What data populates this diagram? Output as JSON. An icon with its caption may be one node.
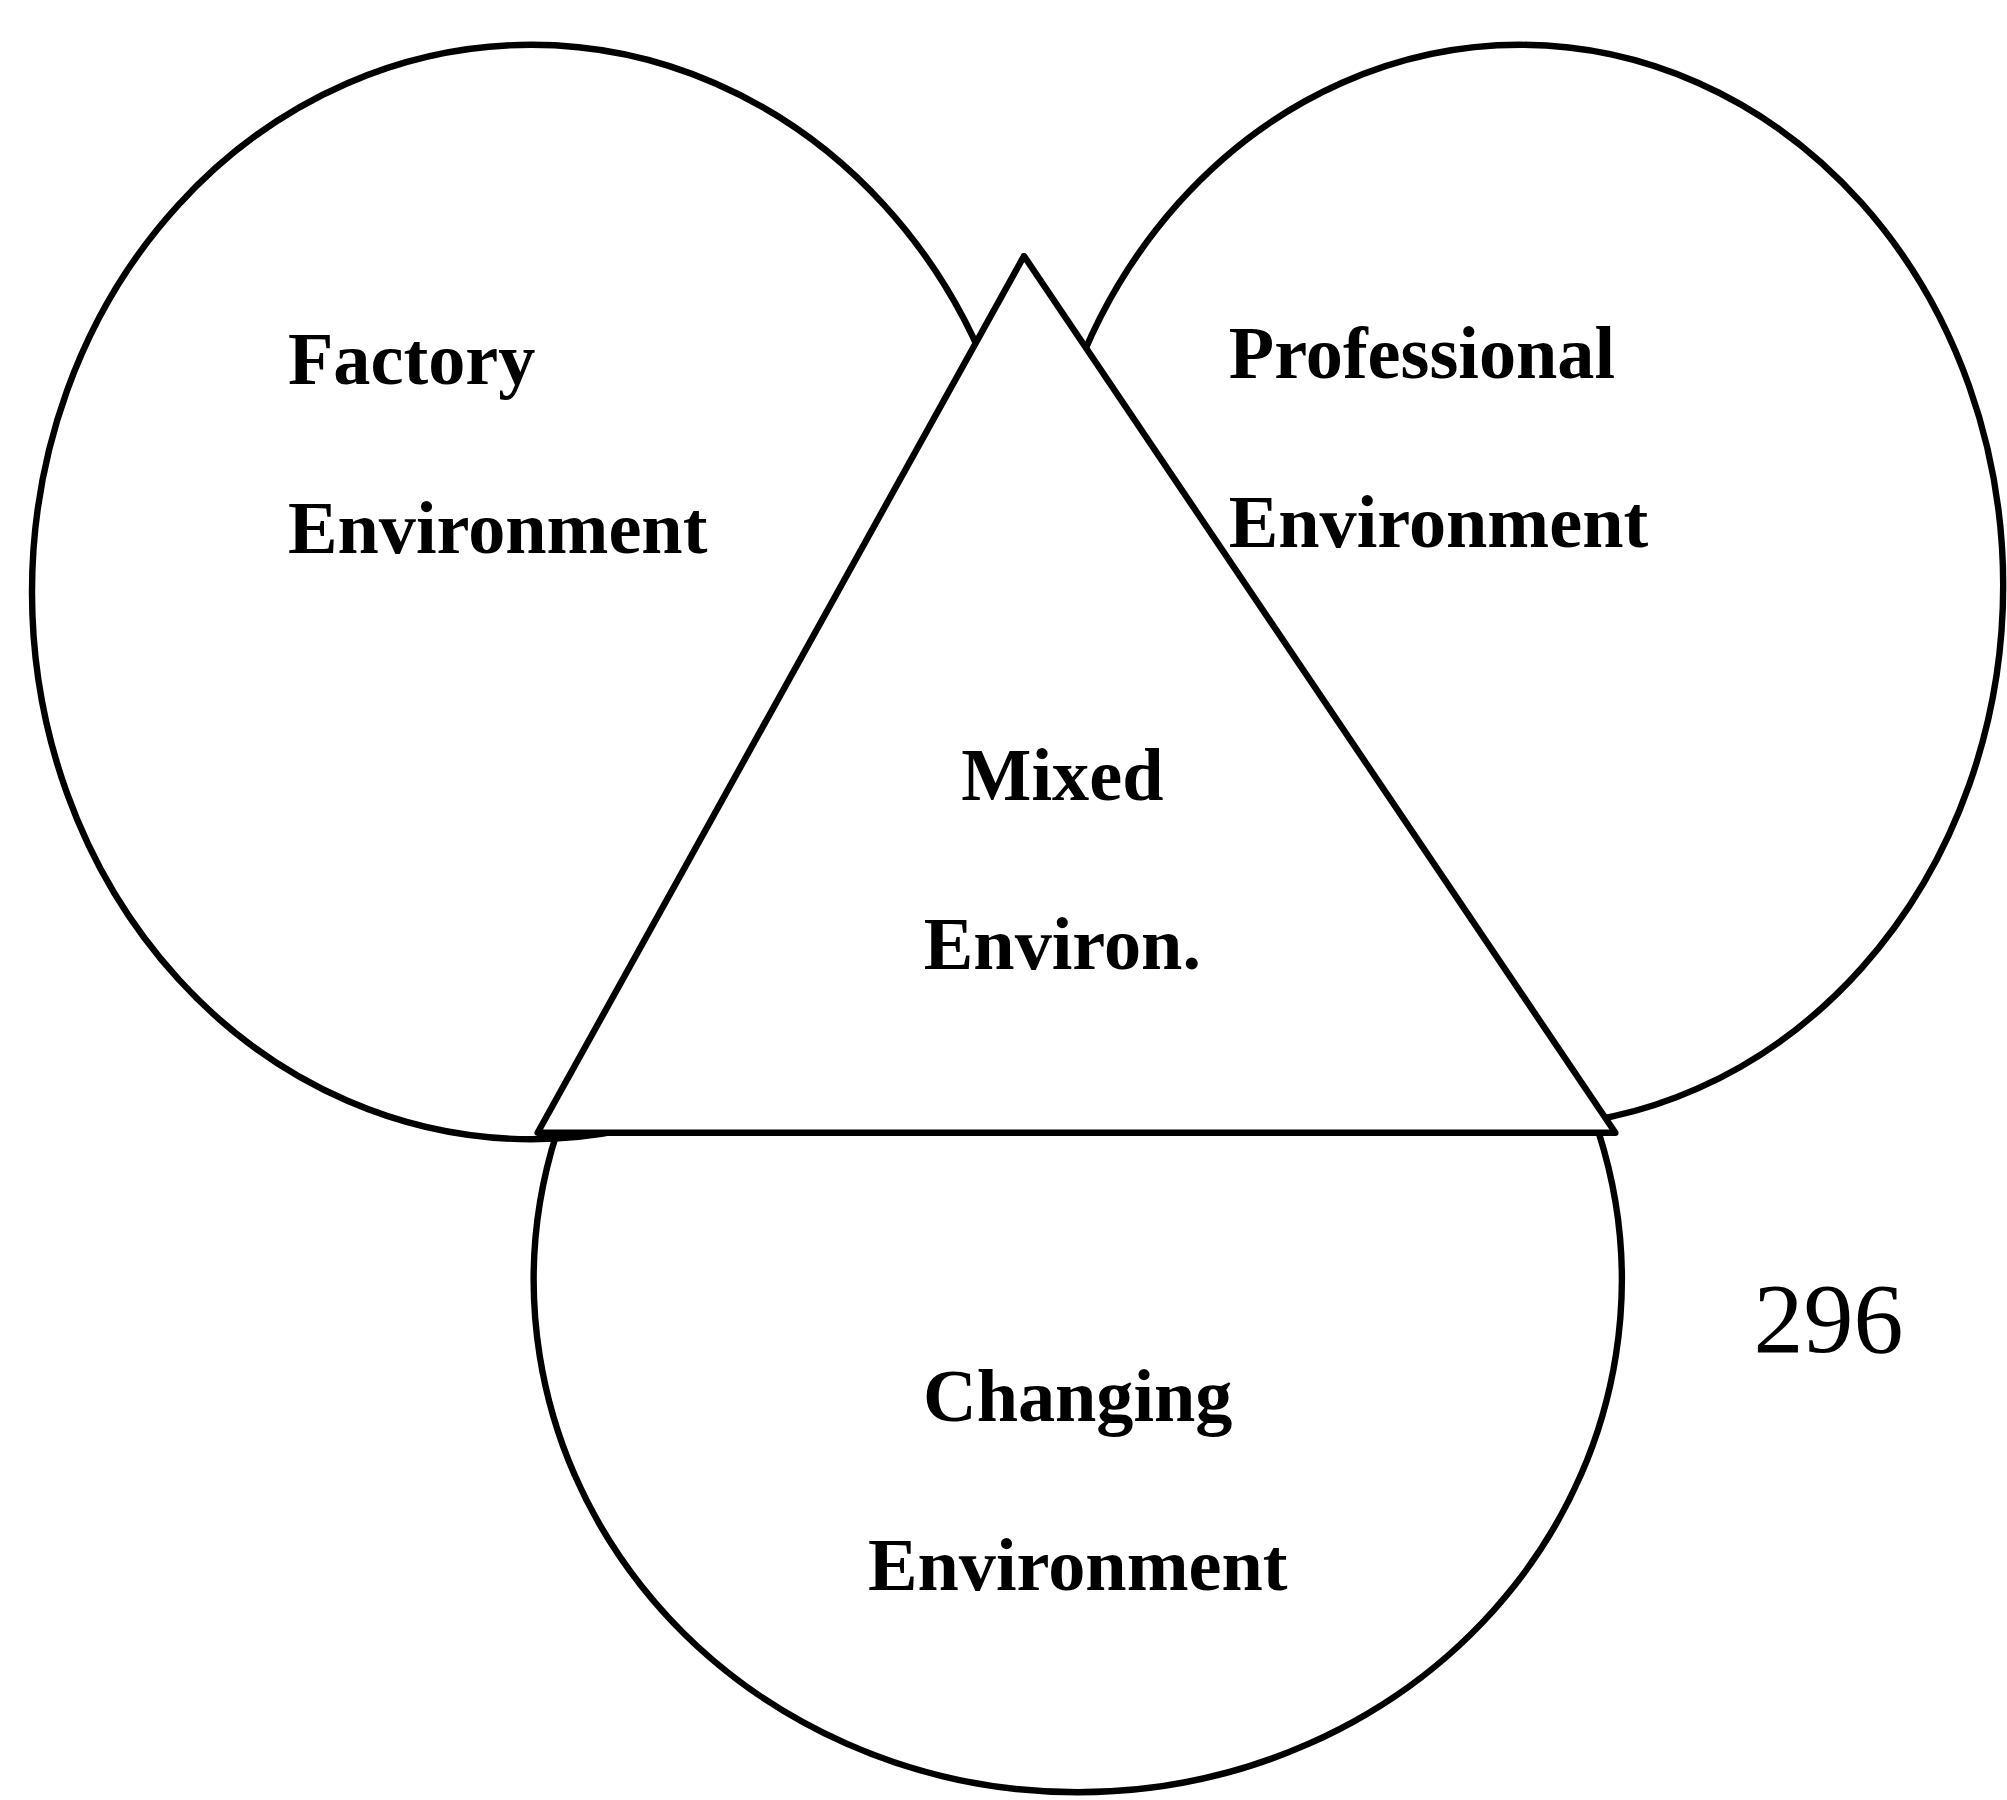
{
  "diagram": {
    "nodes": [
      {
        "text": [
          "Factory Environment"
        ]
      },
      {
        "text": [
          "Professional Environment"
        ]
      },
      {
        "text": [
          "Mixed Environ."
        ]
      },
      {
        "text": [
          "Changing Environment"
        ]
      }
    ],
    "labels": [
      "296"
    ]
  }
}
